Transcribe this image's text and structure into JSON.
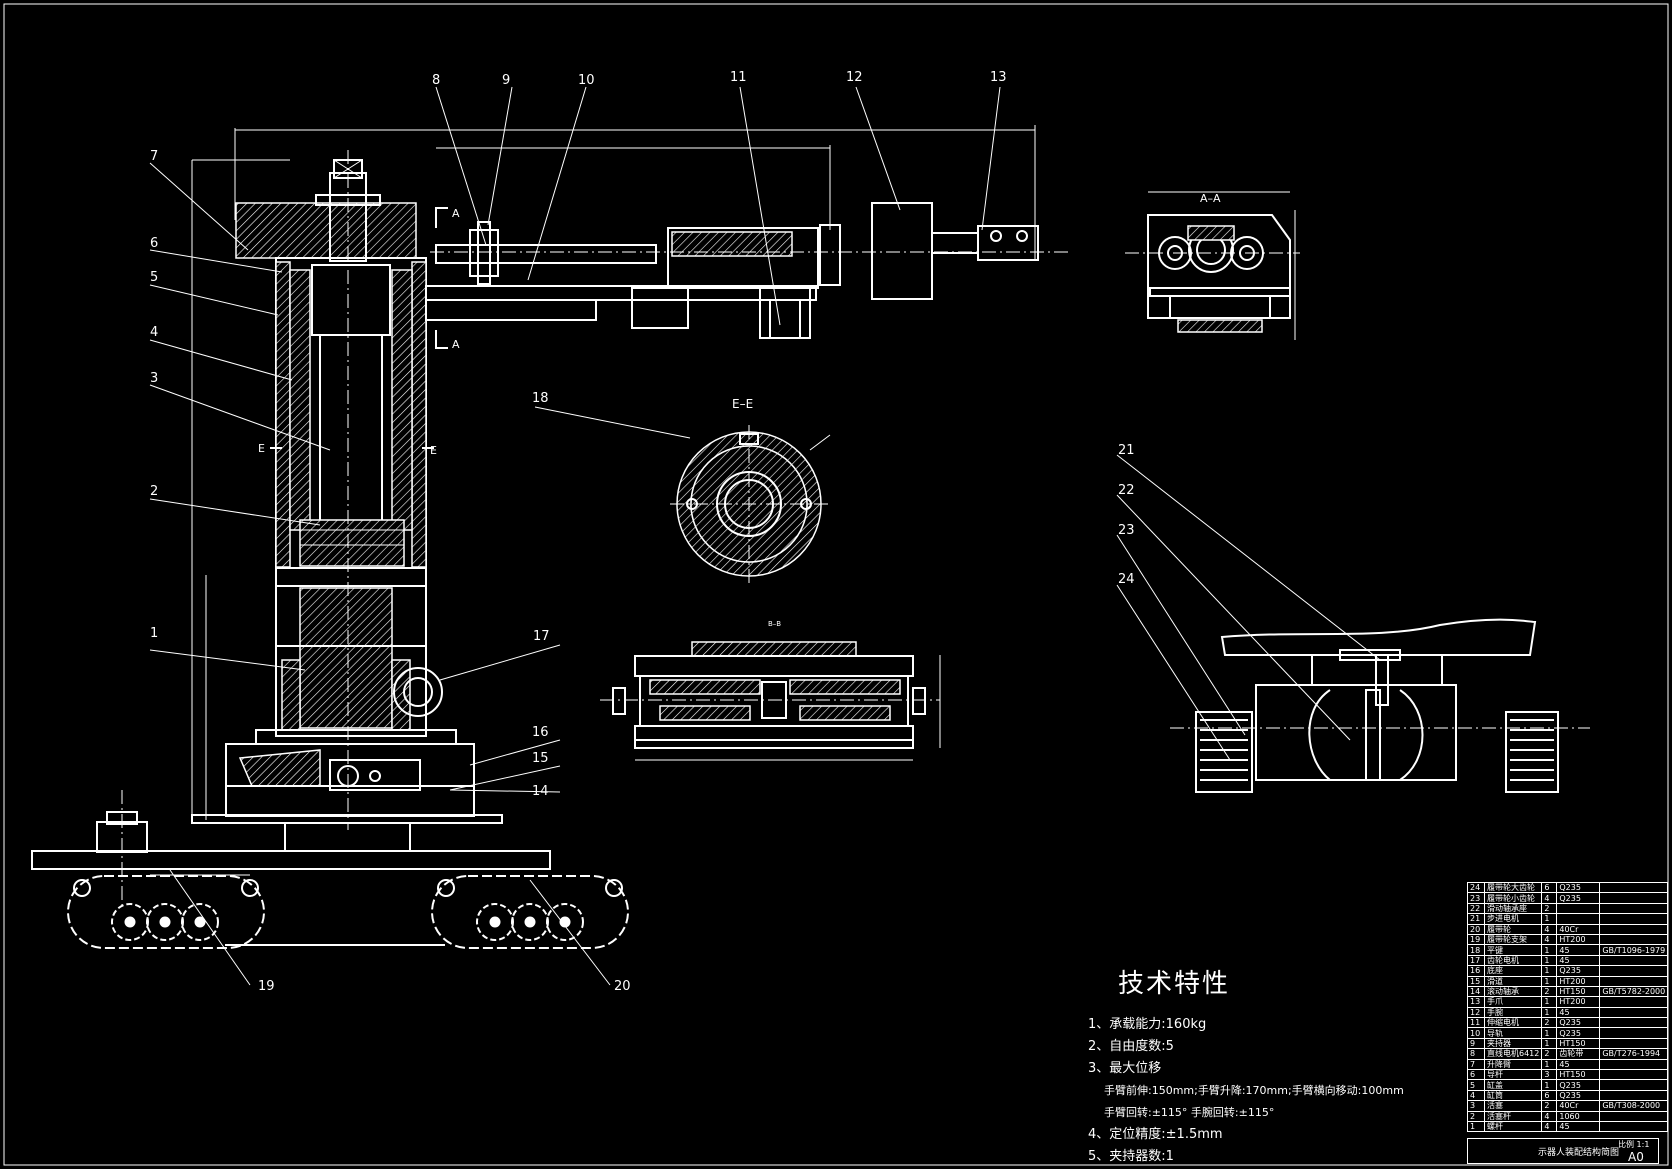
{
  "drawing_title": "示意图",
  "section_labels": {
    "aa": "A–A",
    "ee": "E–E",
    "bb": "B–B",
    "cut_a_top": "A",
    "cut_a_bottom": "A",
    "cut_e_left": "E",
    "cut_e_right": "E"
  },
  "callouts": [
    "1",
    "2",
    "3",
    "4",
    "5",
    "6",
    "7",
    "8",
    "9",
    "10",
    "11",
    "12",
    "13",
    "14",
    "15",
    "16",
    "17",
    "18",
    "19",
    "20",
    "21",
    "22",
    "23",
    "24"
  ],
  "tech_spec": {
    "title": "技术特性",
    "items": [
      "1、承载能力:160kg",
      "2、自由度数:5",
      "3、最大位移"
    ],
    "sub_items": [
      "手臂前伸:150mm;手臂升降:170mm;手臂横向移动:100mm",
      "手臂回转:±115°   手腕回转:±115°"
    ],
    "items_after": [
      "4、定位精度:±1.5mm",
      "5、夹持器数:1"
    ]
  },
  "bom": [
    {
      "no": "24",
      "name": "履带轮大齿轮",
      "qty": "6",
      "mat": "Q235",
      "std": ""
    },
    {
      "no": "23",
      "name": "履带轮小齿轮",
      "qty": "4",
      "mat": "Q235",
      "std": ""
    },
    {
      "no": "22",
      "name": "滑动轴承座",
      "qty": "2",
      "mat": "",
      "std": ""
    },
    {
      "no": "21",
      "name": "步进电机",
      "qty": "1",
      "mat": "",
      "std": ""
    },
    {
      "no": "20",
      "name": "履带轮",
      "qty": "4",
      "mat": "40Cr",
      "std": ""
    },
    {
      "no": "19",
      "name": "履带轮支架",
      "qty": "4",
      "mat": "HT200",
      "std": ""
    },
    {
      "no": "18",
      "name": "平键",
      "qty": "1",
      "mat": "45",
      "std": "GB/T1096-1979"
    },
    {
      "no": "17",
      "name": "齿轮电机",
      "qty": "1",
      "mat": "45",
      "std": ""
    },
    {
      "no": "16",
      "name": "底座",
      "qty": "1",
      "mat": "Q235",
      "std": ""
    },
    {
      "no": "15",
      "name": "滑道",
      "qty": "1",
      "mat": "HT200",
      "std": ""
    },
    {
      "no": "14",
      "name": "滚动轴承",
      "qty": "2",
      "mat": "HT150",
      "std": "GB/T5782-2000"
    },
    {
      "no": "13",
      "name": "手爪",
      "qty": "1",
      "mat": "HT200",
      "std": ""
    },
    {
      "no": "12",
      "name": "手腕",
      "qty": "1",
      "mat": "45",
      "std": ""
    },
    {
      "no": "11",
      "name": "伸缩电机",
      "qty": "2",
      "mat": "Q235",
      "std": ""
    },
    {
      "no": "10",
      "name": "导轨",
      "qty": "1",
      "mat": "Q235",
      "std": ""
    },
    {
      "no": "9",
      "name": "夹持器",
      "qty": "1",
      "mat": "HT150",
      "std": ""
    },
    {
      "no": "8",
      "name": "直线电机6412",
      "qty": "2",
      "mat": "齿轮带",
      "std": "GB/T276-1994"
    },
    {
      "no": "7",
      "name": "升降臂",
      "qty": "1",
      "mat": "45",
      "std": ""
    },
    {
      "no": "6",
      "name": "导杆",
      "qty": "3",
      "mat": "HT150",
      "std": ""
    },
    {
      "no": "5",
      "name": "缸盖",
      "qty": "1",
      "mat": "Q235",
      "std": ""
    },
    {
      "no": "4",
      "name": "缸筒",
      "qty": "6",
      "mat": "Q235",
      "std": ""
    },
    {
      "no": "3",
      "name": "活塞",
      "qty": "2",
      "mat": "40Cr",
      "std": "GB/T308-2000"
    },
    {
      "no": "2",
      "name": "活塞杆",
      "qty": "4",
      "mat": "1060",
      "std": ""
    },
    {
      "no": "1",
      "name": "螺杆",
      "qty": "4",
      "mat": "45",
      "std": ""
    }
  ],
  "title_block": {
    "name": "示器人装配结构简图",
    "scale": "比例 1:1",
    "sheet": "A0"
  }
}
